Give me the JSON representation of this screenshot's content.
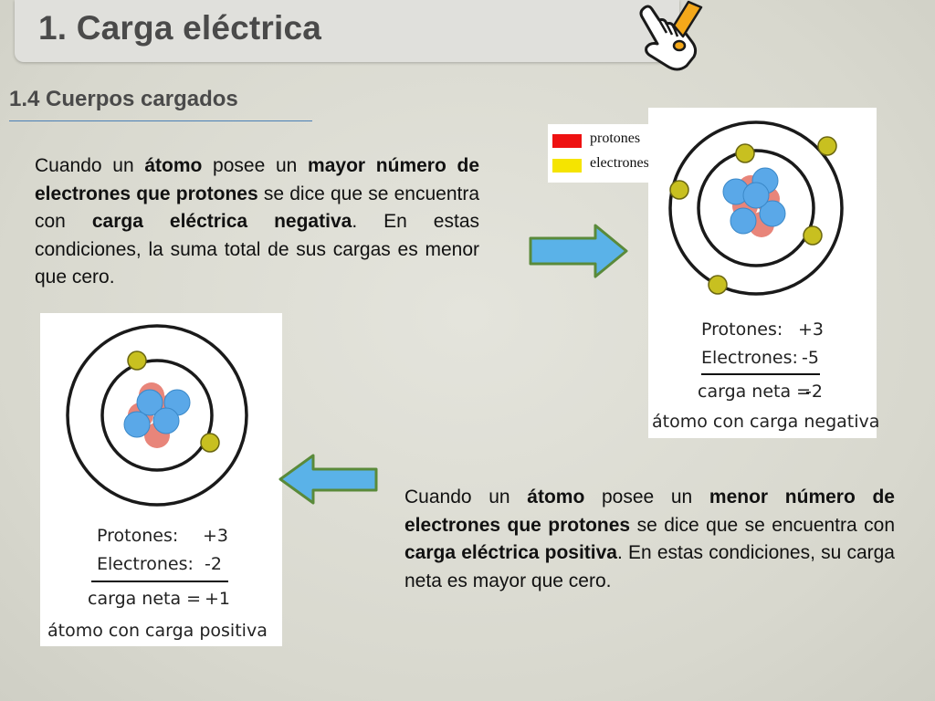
{
  "slide": {
    "title": "1. Carga eléctrica",
    "subtitle": "1.4 Cuerpos cargados"
  },
  "paragraph_negative": {
    "t1": "Cuando un ",
    "b1": "átomo",
    "t2": " posee un ",
    "b2": "mayor número de electrones que protones",
    "t3": " se dice que se encuentra con ",
    "b3": "carga eléctrica negativa",
    "t4": ". En estas condiciones, la suma total de sus cargas es menor que cero."
  },
  "paragraph_positive": {
    "t1": "Cuando un ",
    "b1": "átomo",
    "t2": " posee un ",
    "b2": "menor número de electrones que protones",
    "t3": " se dice que se encuentra con ",
    "b3": "carga eléctrica positiva",
    "t4": ". En estas condiciones, su carga neta es mayor que cero."
  },
  "legend": {
    "protons_label": "protones",
    "electrons_label": "electrones",
    "protons_color": "#ee1111",
    "electrons_color": "#f5e400"
  },
  "negative_atom": {
    "protons_label": "Protones:",
    "protons_value": "+3",
    "electrons_label": "Electrones:",
    "electrons_value": "-5",
    "net_label": "carga neta =",
    "net_value": "-2",
    "caption": "átomo con carga negativa"
  },
  "positive_atom": {
    "protons_label": "Protones:",
    "protons_value": "+3",
    "electrons_label": "Electrones:",
    "electrons_value": "-2",
    "net_label": "carga neta =",
    "net_value": "+1",
    "caption": "átomo con carga positiva"
  },
  "colors": {
    "title_text": "#4a4a4a",
    "arrow_fill": "#5ab2e8",
    "arrow_stroke": "#5a8a3a",
    "orbit": "#1a1a1a",
    "proton": "#e8857a",
    "neutron": "#5aa8e8",
    "electron": "#c8c020"
  },
  "icons": {
    "header": "pointing-hand-warning-icon",
    "arrow_right": "arrow-right-icon",
    "arrow_left": "arrow-left-icon"
  }
}
